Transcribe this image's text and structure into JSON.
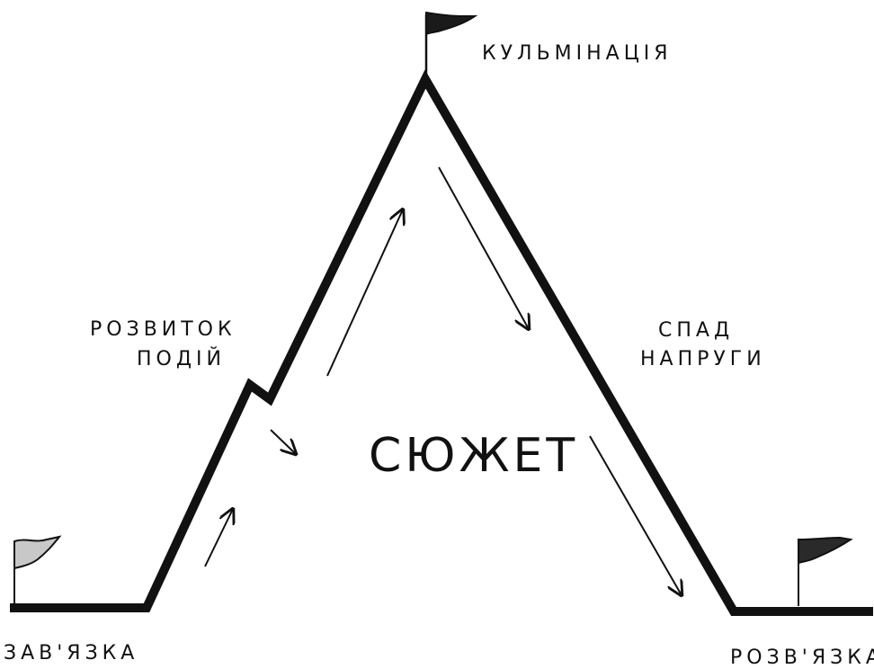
{
  "colors": {
    "ink": "#111111",
    "flag_fill_light": "#c8c8c8",
    "flag_fill_dark": "#2a2a2a",
    "background": "#ffffff"
  },
  "labels": {
    "climax": "КУЛЬМІНАЦІЯ",
    "rising_line1": "РОЗВИТОК",
    "rising_line2": "ПОДІЙ",
    "falling_line1": "СПАД",
    "falling_line2": "НАПРУГИ",
    "exposition": "ЗАВ'ЯЗКА",
    "resolution": "РОЗВ'ЯЗКА",
    "title": "СЮЖЕТ"
  },
  "icons": {
    "start_flag": "flag-icon",
    "summit_flag": "flag-icon",
    "end_flag": "flag-icon",
    "arrows": "arrow-icon"
  }
}
